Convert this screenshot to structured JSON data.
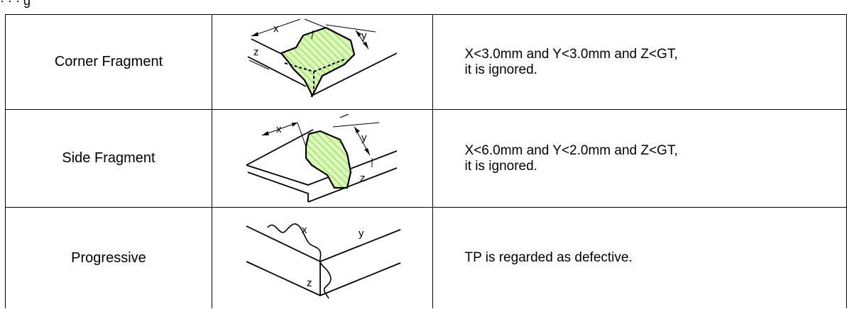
{
  "caption_fragment": "· · · g",
  "rows": [
    {
      "name": "Corner Fragment",
      "dim_labels": {
        "x": "x",
        "y": "y",
        "z": "z"
      },
      "description_line1": "X<3.0mm and Y<3.0mm and Z<GT,",
      "description_line2": "it is ignored."
    },
    {
      "name": "Side Fragment",
      "dim_labels": {
        "x": "x",
        "y": "y",
        "z": "z"
      },
      "description_line1": "X<6.0mm and Y<2.0mm and Z<GT,",
      "description_line2": "it is ignored."
    },
    {
      "name": "Progressive",
      "dim_labels": {
        "x": "x",
        "y": "y",
        "z": "z"
      },
      "description_line1": "TP is regarded as defective."
    }
  ],
  "colors": {
    "fragment_fill": "#ddf6c0",
    "hatch": "#8ee04a",
    "line": "#000000"
  }
}
